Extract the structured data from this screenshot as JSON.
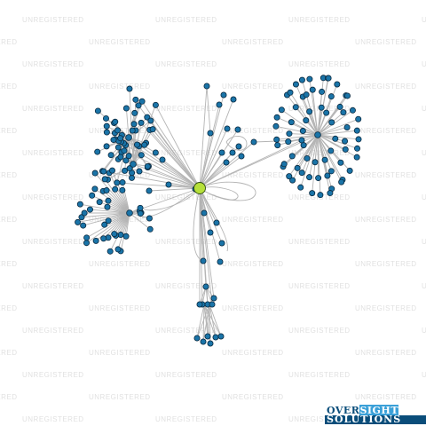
{
  "watermark": {
    "text": "UNREGISTERED",
    "color": "#e1e1e1"
  },
  "logo": {
    "word_over": "OVER",
    "word_sight": "SIGHT",
    "word_solutions": "SOLUTIONS",
    "colors": {
      "navy": "#0a4d7a",
      "sky": "#3aa0d8"
    }
  },
  "graph": {
    "colors": {
      "edge": "#b4b4b4",
      "node_fill": "#1a74a8",
      "node_stroke": "#0b2a40",
      "center_fill": "#b6e03a",
      "center_stroke": "#2d4a10"
    }
  }
}
